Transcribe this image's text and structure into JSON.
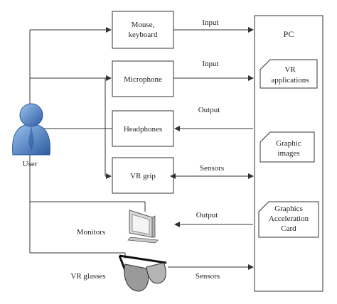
{
  "user": {
    "label": "User"
  },
  "devices": {
    "mouse_line1": "Mouse,",
    "mouse_line2": "keyboard",
    "microphone": "Microphone",
    "headphones": "Headphones",
    "vr_grip": "VR grip",
    "monitors": "Monitors",
    "vr_glasses": "VR glasses"
  },
  "pc": {
    "title": "PC",
    "vr_apps_line1": "VR",
    "vr_apps_line2": "applications",
    "graphic_images_line1": "Graphic",
    "graphic_images_line2": "images",
    "gac_line1": "Graphics",
    "gac_line2": "Acceleration",
    "gac_line3": "Card"
  },
  "connections": {
    "input_1": "Input",
    "input_2": "Input",
    "output_1": "Output",
    "sensors_1": "Sensors",
    "output_2": "Output",
    "sensors_2": "Sensors"
  },
  "colors": {
    "user_blue": "#5b8fd6",
    "user_dark": "#2c5aa0",
    "line": "#333333"
  }
}
